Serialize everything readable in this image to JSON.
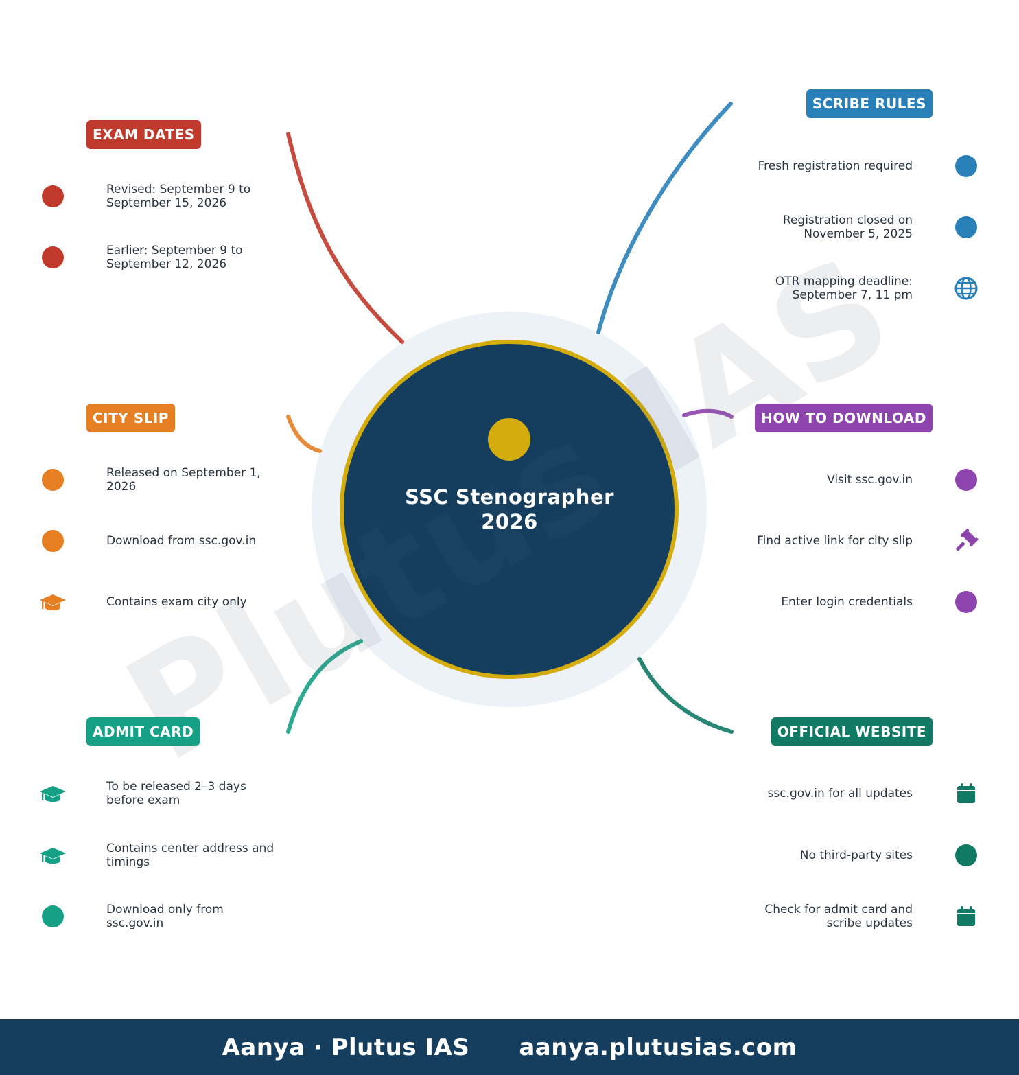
{
  "center": {
    "title": "SSC Stenographer 2026"
  },
  "watermark": "Plutus IAS",
  "colors": {
    "center_fill": "#143d5e",
    "center_ring": "#d4ac0d",
    "halo": "#edf2f9",
    "footer_bg": "#143d5e"
  },
  "branches": [
    {
      "label": "EXAM DATES",
      "color": "#c0392b",
      "side": "left",
      "items": [
        {
          "text": "Revised: September 9 to September 15, 2026",
          "icon": "dot"
        },
        {
          "text": "Earlier: September 9 to September 12, 2026",
          "icon": "dot"
        }
      ]
    },
    {
      "label": "CITY SLIP",
      "color": "#e67e22",
      "side": "left",
      "items": [
        {
          "text": "Released on September 1, 2026",
          "icon": "dot"
        },
        {
          "text": "Download from ssc.gov.in",
          "icon": "dot"
        },
        {
          "text": "Contains exam city only",
          "icon": "graduation-cap-icon"
        }
      ]
    },
    {
      "label": "ADMIT CARD",
      "color": "#16a085",
      "side": "left",
      "items": [
        {
          "text": "To be released 2–3 days before exam",
          "icon": "graduation-cap-icon"
        },
        {
          "text": "Contains center address and timings",
          "icon": "graduation-cap-icon"
        },
        {
          "text": "Download only from ssc.gov.in",
          "icon": "dot"
        }
      ]
    },
    {
      "label": "SCRIBE RULES",
      "color": "#2980b9",
      "side": "right",
      "items": [
        {
          "text": "Fresh registration required",
          "icon": "dot"
        },
        {
          "text": "Registration closed on November 5, 2025",
          "icon": "dot"
        },
        {
          "text": "OTR mapping deadline: September 7, 11 pm",
          "icon": "globe-icon"
        }
      ]
    },
    {
      "label": "HOW TO DOWNLOAD",
      "color": "#8e44ad",
      "side": "right",
      "items": [
        {
          "text": "Visit ssc.gov.in",
          "icon": "dot"
        },
        {
          "text": "Find active link for city slip",
          "icon": "gavel-icon"
        },
        {
          "text": "Enter login credentials",
          "icon": "dot"
        }
      ]
    },
    {
      "label": "OFFICIAL WEBSITE",
      "color": "#117a65",
      "side": "right",
      "items": [
        {
          "text": "ssc.gov.in for all updates",
          "icon": "calendar-icon"
        },
        {
          "text": "No third-party sites",
          "icon": "dot"
        },
        {
          "text": "Check for admit card and scribe updates",
          "icon": "calendar-icon"
        }
      ]
    }
  ],
  "footer": {
    "brand": "Aanya · Plutus IAS",
    "url": "aanya.plutusias.com"
  }
}
